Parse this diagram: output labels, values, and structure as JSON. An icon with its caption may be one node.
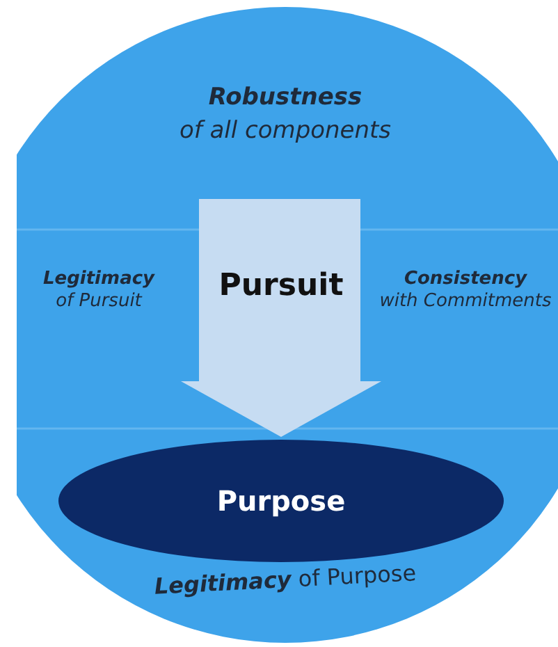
{
  "diagram": {
    "nodes": [
      {
        "text": [],
        "shape": "circle"
      },
      {
        "text": [
          "Pursuit"
        ],
        "in": 0
      },
      {
        "text": [
          "Purpose"
        ],
        "in": 0
      }
    ],
    "labels": [
      "**Robustness** of all components",
      "**Legitimacy** of Pursuit",
      "**Consistency** with Commitments",
      "**Legitimacy** of Purpose"
    ]
  }
}
